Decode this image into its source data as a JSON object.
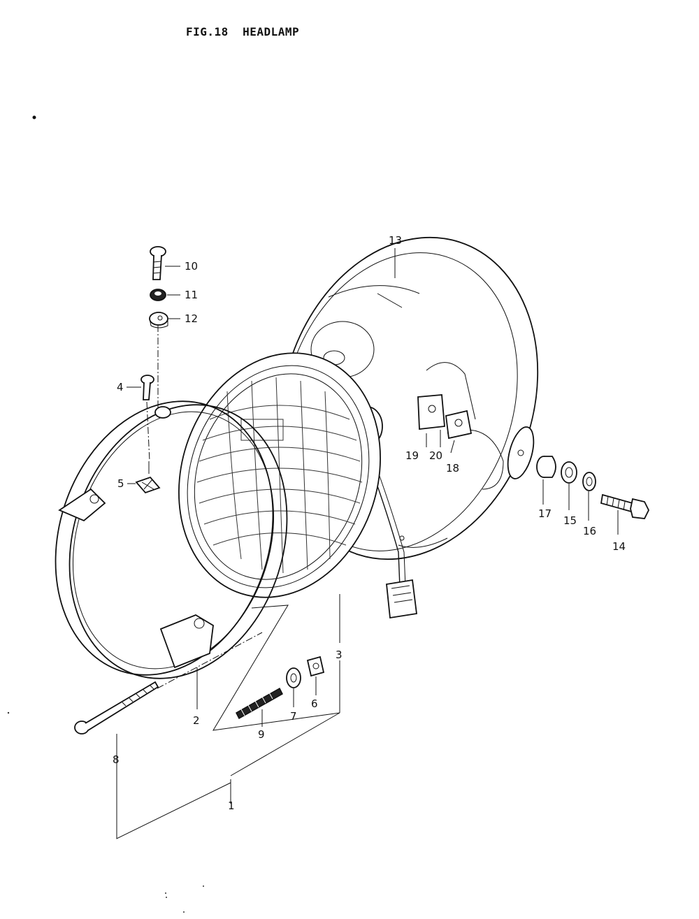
{
  "figure": {
    "title": "FIG.18  HEADLAMP"
  },
  "callouts": {
    "c1": "1",
    "c2": "2",
    "c3": "3",
    "c4": "4",
    "c5": "5",
    "c6": "6",
    "c7": "7",
    "c8": "8",
    "c9": "9",
    "c10": "10",
    "c11": "11",
    "c12": "12",
    "c13": "13",
    "c14": "14",
    "c15": "15",
    "c16": "16",
    "c17": "17",
    "c18": "18",
    "c19": "19",
    "c20": "20"
  }
}
